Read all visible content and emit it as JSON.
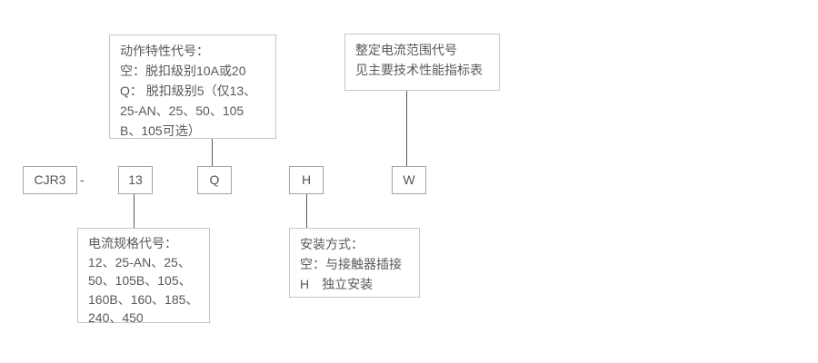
{
  "model": {
    "prefix": "CJR3",
    "separator": "-",
    "codes": {
      "current_spec": "13",
      "trip_class": "Q",
      "mounting": "H",
      "current_range": "W"
    }
  },
  "notes": {
    "trip_class": "动作特性代号：\n空：脱扣级别10A或20\nQ： 脱扣级别5（仅13、\n25-AN、25、50、105\nB、105可选）",
    "current_range": "整定电流范围代号\n见主要技术性能指标表",
    "current_spec": "电流规格代号：\n12、25-AN、25、\n50、105B、105、\n160B、160、185、\n240、450",
    "mounting": "安装方式：\n空：与接触器插接\nH　独立安装"
  },
  "colors": {
    "background": "#ffffff",
    "callout_border": "#c6c6c6",
    "code_box_border": "#a3a3a3",
    "connector": "#5a5a5a",
    "text": "#595959"
  }
}
